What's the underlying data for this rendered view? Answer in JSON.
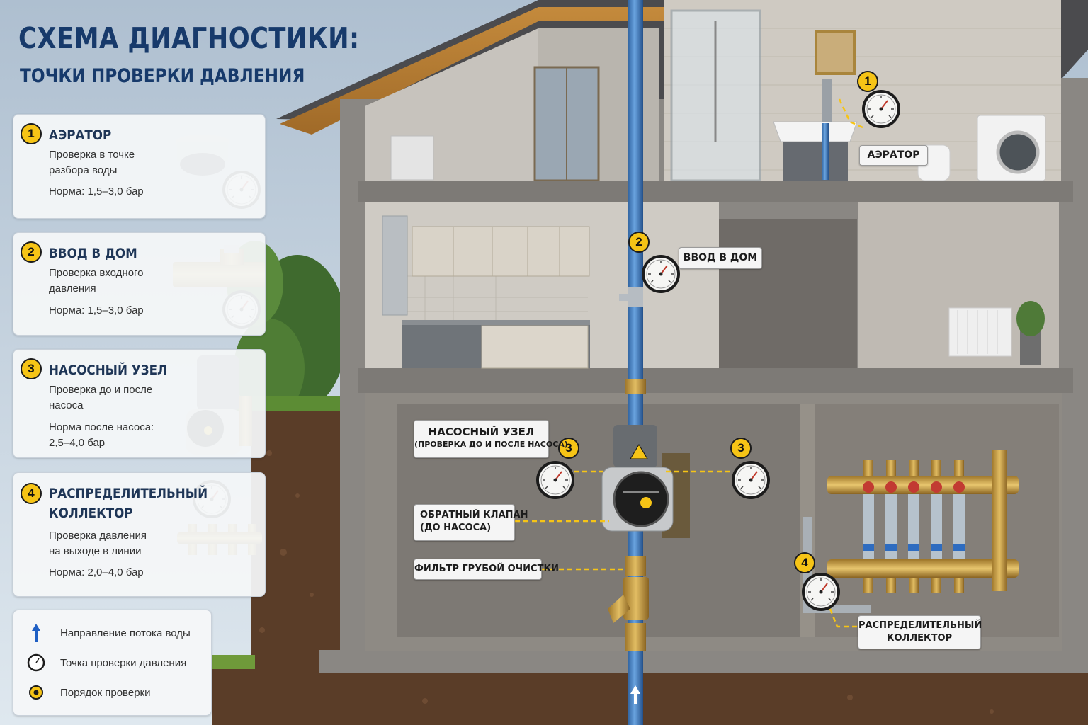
{
  "header": {
    "title": "СХЕМА ДИАГНОСТИКИ:",
    "subtitle": "ТОЧКИ ПРОВЕРКИ ДАВЛЕНИЯ"
  },
  "cards": [
    {
      "num": "1",
      "title": "АЭРАТОР",
      "desc1": "Проверка в точке",
      "desc2": "разбора воды",
      "norm1": "Норма: 1,5–3,0 бар",
      "norm2": ""
    },
    {
      "num": "2",
      "title": "ВВОД В ДОМ",
      "desc1": "Проверка входного",
      "desc2": "давления",
      "norm1": "Норма: 1,5–3,0 бар",
      "norm2": ""
    },
    {
      "num": "3",
      "title": "НАСОСНЫЙ УЗЕЛ",
      "desc1": "Проверка до и после",
      "desc2": "насоса",
      "norm1": "Норма после насоса:",
      "norm2": "2,5–4,0 бар"
    },
    {
      "num": "4",
      "title": "РАСПРЕДЕЛИТЕЛЬНЫЙ",
      "title2": "КОЛЛЕКТОР",
      "desc1": "Проверка давления",
      "desc2": "на выходе в линии",
      "norm1": "Норма: 2,0–4,0 бар",
      "norm2": ""
    }
  ],
  "legend": {
    "flow": "Направление потока воды",
    "point": "Точка проверки давления",
    "order": "Порядок проверки"
  },
  "callouts": {
    "aerator": "АЭРАТОР",
    "inlet": "ВВОД В ДОМ",
    "pump": "НАСОСНЫЙ УЗЕЛ",
    "pump_sub": "(ПРОВЕРКА ДО И ПОСЛЕ НАСОСА)",
    "check_valve1": "ОБРАТНЫЙ КЛАПАН",
    "check_valve2": "(ДО НАСОСА)",
    "filter": "ФИЛЬТР ГРУБОЙ ОЧИСТКИ",
    "manifold1": "РАСПРЕДЕЛИТЕЛЬНЫЙ",
    "manifold2": "КОЛЛЕКТОР"
  },
  "markers": {
    "m1": "1",
    "m2": "2",
    "m3a": "3",
    "m3b": "3",
    "m4": "4"
  },
  "colors": {
    "accent": "#f6c416",
    "pipe": "#3f7fc4",
    "title": "#173a6b",
    "brass": "#c9a043"
  }
}
